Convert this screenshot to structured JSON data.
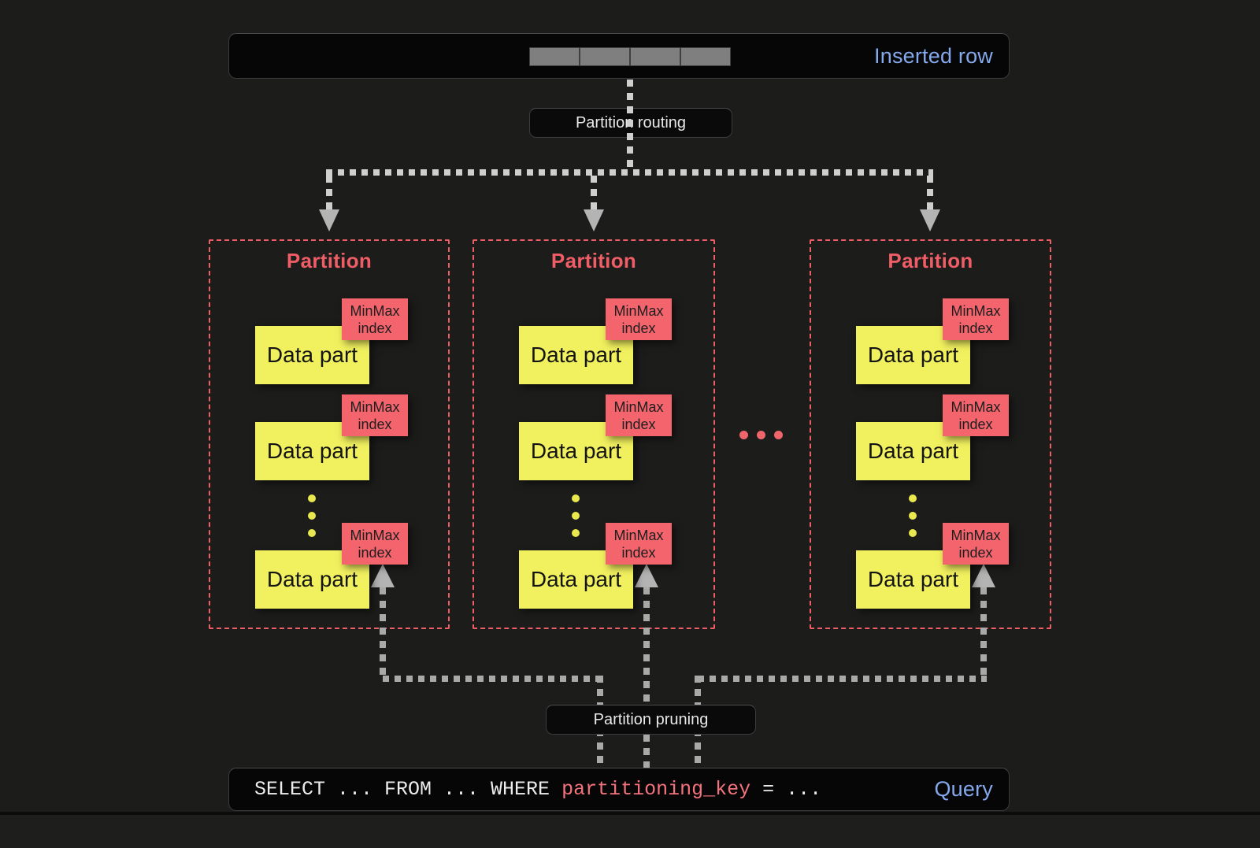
{
  "colors": {
    "background": "#1c1c1b",
    "bar-bg": "#060607",
    "accent-blue": "#84a9ec",
    "accent-red": "#ef5d66",
    "minmax-red": "#f3646d",
    "part-yellow": "#f1f05f",
    "dash-light": "#cfcfcf",
    "dash-gray": "#a9a9a9",
    "arrow-gray": "#b4b4b4",
    "label-text": "#e9e9e9",
    "code-white": "#ececec",
    "segment-gray": "#7f7f7f",
    "dot-yellow": "#e9e84f"
  },
  "inserted_row": {
    "label": "Inserted row",
    "segment_count": 4
  },
  "flow_labels": {
    "routing": "Partition routing",
    "pruning": "Partition pruning"
  },
  "icons": {
    "row_cells": "inserted-row-segments",
    "partitions_ellipsis": "three-red-dots-more-partitions",
    "parts_ellipsis": "three-yellow-dots-more-parts",
    "arrows": "gray-dotted-flow-arrows"
  },
  "partitions": [
    {
      "title": "Partition",
      "parts": [
        {
          "label": "Data part",
          "index_label": "MinMax index"
        },
        {
          "label": "Data part",
          "index_label": "MinMax index"
        },
        {
          "label": "Data part",
          "index_label": "MinMax index"
        }
      ]
    },
    {
      "title": "Partition",
      "parts": [
        {
          "label": "Data part",
          "index_label": "MinMax index"
        },
        {
          "label": "Data part",
          "index_label": "MinMax index"
        },
        {
          "label": "Data part",
          "index_label": "MinMax index"
        }
      ]
    },
    {
      "title": "Partition",
      "parts": [
        {
          "label": "Data part",
          "index_label": "MinMax index"
        },
        {
          "label": "Data part",
          "index_label": "MinMax index"
        },
        {
          "label": "Data part",
          "index_label": "MinMax index"
        }
      ]
    }
  ],
  "query": {
    "prefix": "SELECT ... FROM ... WHERE ",
    "highlight": "partitioning_key",
    "suffix": " = ...",
    "label": "Query"
  }
}
